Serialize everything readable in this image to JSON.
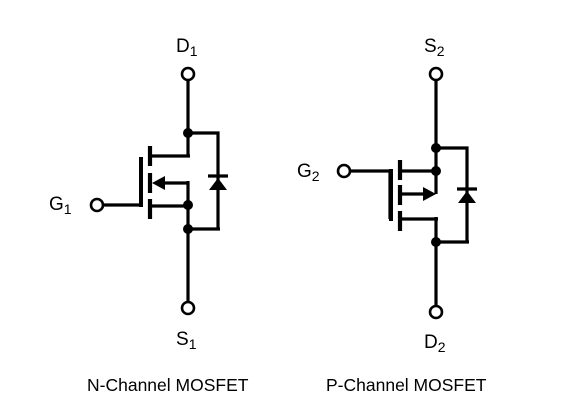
{
  "n_channel": {
    "caption": "N-Channel MOSFET",
    "drain": {
      "letter": "D",
      "subscript": "1"
    },
    "gate": {
      "letter": "G",
      "subscript": "1"
    },
    "source": {
      "letter": "S",
      "subscript": "1"
    }
  },
  "p_channel": {
    "caption": "P-Channel MOSFET",
    "source": {
      "letter": "S",
      "subscript": "2"
    },
    "gate": {
      "letter": "G",
      "subscript": "2"
    },
    "drain": {
      "letter": "D",
      "subscript": "2"
    }
  }
}
